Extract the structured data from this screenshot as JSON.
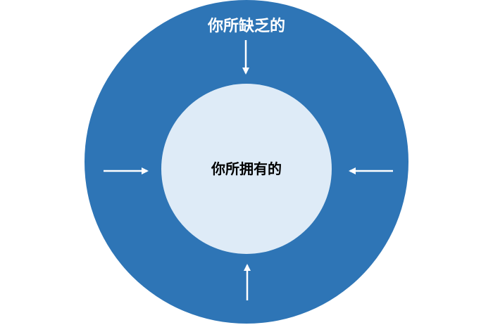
{
  "diagram": {
    "outer_label": "你所缺乏的",
    "inner_label": "你所拥有的",
    "colors": {
      "outer_ring": "#2e75b6",
      "inner_circle": "#deebf7",
      "outer_text": "#ffffff",
      "inner_text": "#000000",
      "arrows": "#ffffff"
    },
    "arrows": [
      "arrow-down",
      "arrow-right",
      "arrow-left",
      "arrow-up"
    ]
  }
}
